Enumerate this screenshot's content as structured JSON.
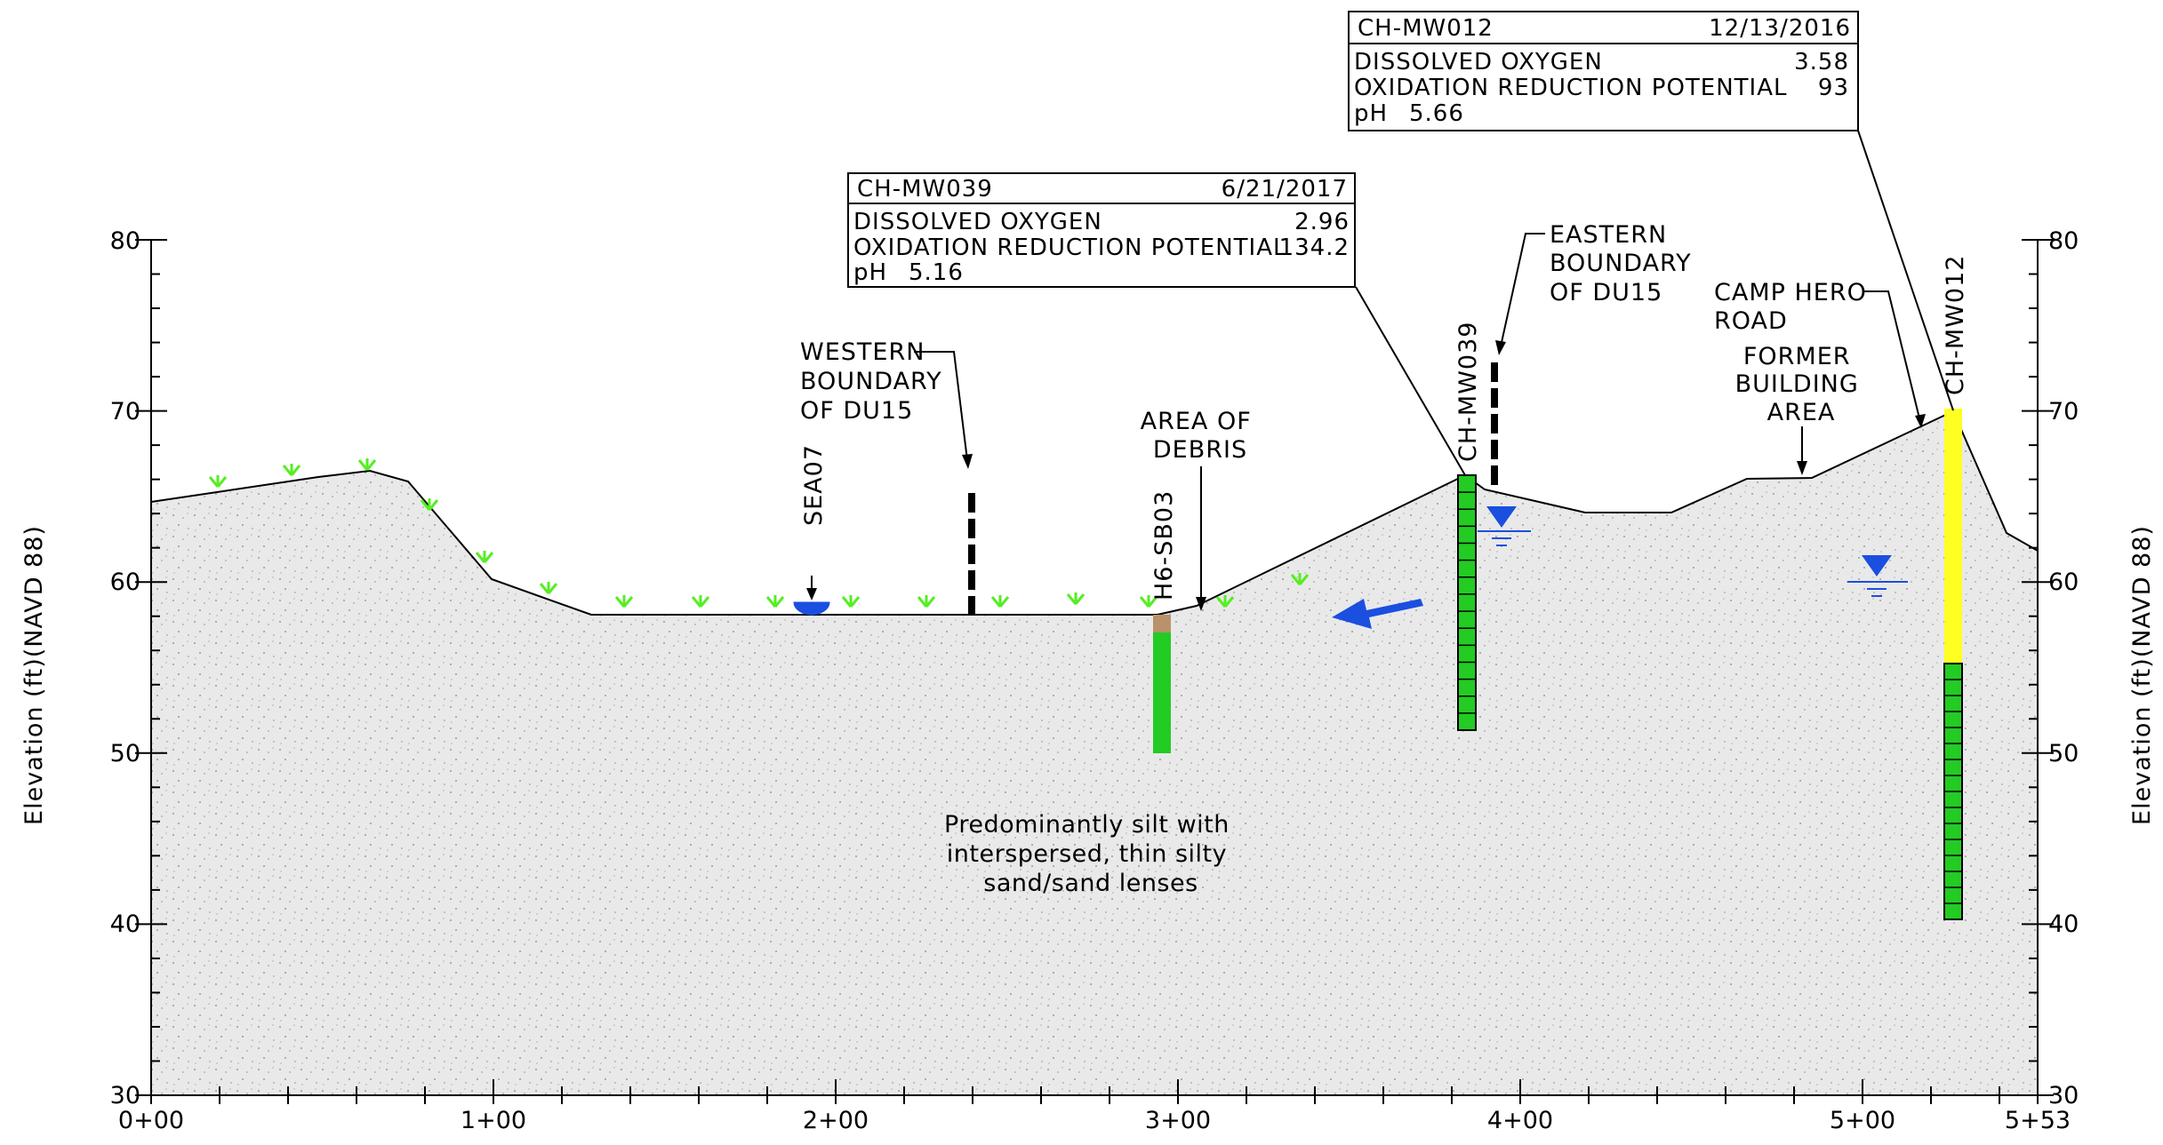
{
  "figure": {
    "y_axis": {
      "title_left": "Elevation (ft)(NAVD 88)",
      "title_right": "Elevation (ft)(NAVD 88)",
      "ticks": [
        "80",
        "70",
        "60",
        "50",
        "40",
        "30"
      ]
    },
    "x_axis": {
      "ticks": [
        "0+00",
        "1+00",
        "2+00",
        "3+00",
        "4+00",
        "5+00",
        "5+53"
      ]
    },
    "boxes": {
      "mw039": {
        "well": "CH-MW039",
        "date": "6/21/2017",
        "do_label": "DISSOLVED OXYGEN",
        "do_value": "2.96",
        "orp_label": "OXIDATION REDUCTION POTENTIAL",
        "orp_value": "134.2",
        "ph_label": "pH",
        "ph_value": "5.16"
      },
      "mw012": {
        "well": "CH-MW012",
        "date": "12/13/2016",
        "do_label": "DISSOLVED OXYGEN",
        "do_value": "3.58",
        "orp_label": "OXIDATION REDUCTION POTENTIAL",
        "orp_value": "93",
        "ph_label": "pH",
        "ph_value": "5.66"
      }
    },
    "labels": {
      "western": [
        "WESTERN",
        "BOUNDARY",
        "OF DU15"
      ],
      "eastern": [
        "EASTERN",
        "BOUNDARY",
        "OF DU15"
      ],
      "debris": [
        "AREA OF",
        "DEBRIS"
      ],
      "camp_hero": [
        "CAMP HERO",
        "ROAD"
      ],
      "former_building": [
        "FORMER",
        "BUILDING",
        "AREA"
      ],
      "sea07": "SEA07",
      "sb03": "H6-SB03",
      "mw039": "CH-MW039",
      "mw012": "CH-MW012"
    },
    "soil_note": [
      "Predominantly silt with",
      "interspersed, thin silty",
      "sand/sand lenses"
    ],
    "colors": {
      "screen": "#22cc22",
      "riser": "#ffff22",
      "topsoil": "#b8926a",
      "water": "#1a4fe0",
      "vegetation": "#55ee22",
      "soil_fill": "#e9e9e9"
    }
  }
}
